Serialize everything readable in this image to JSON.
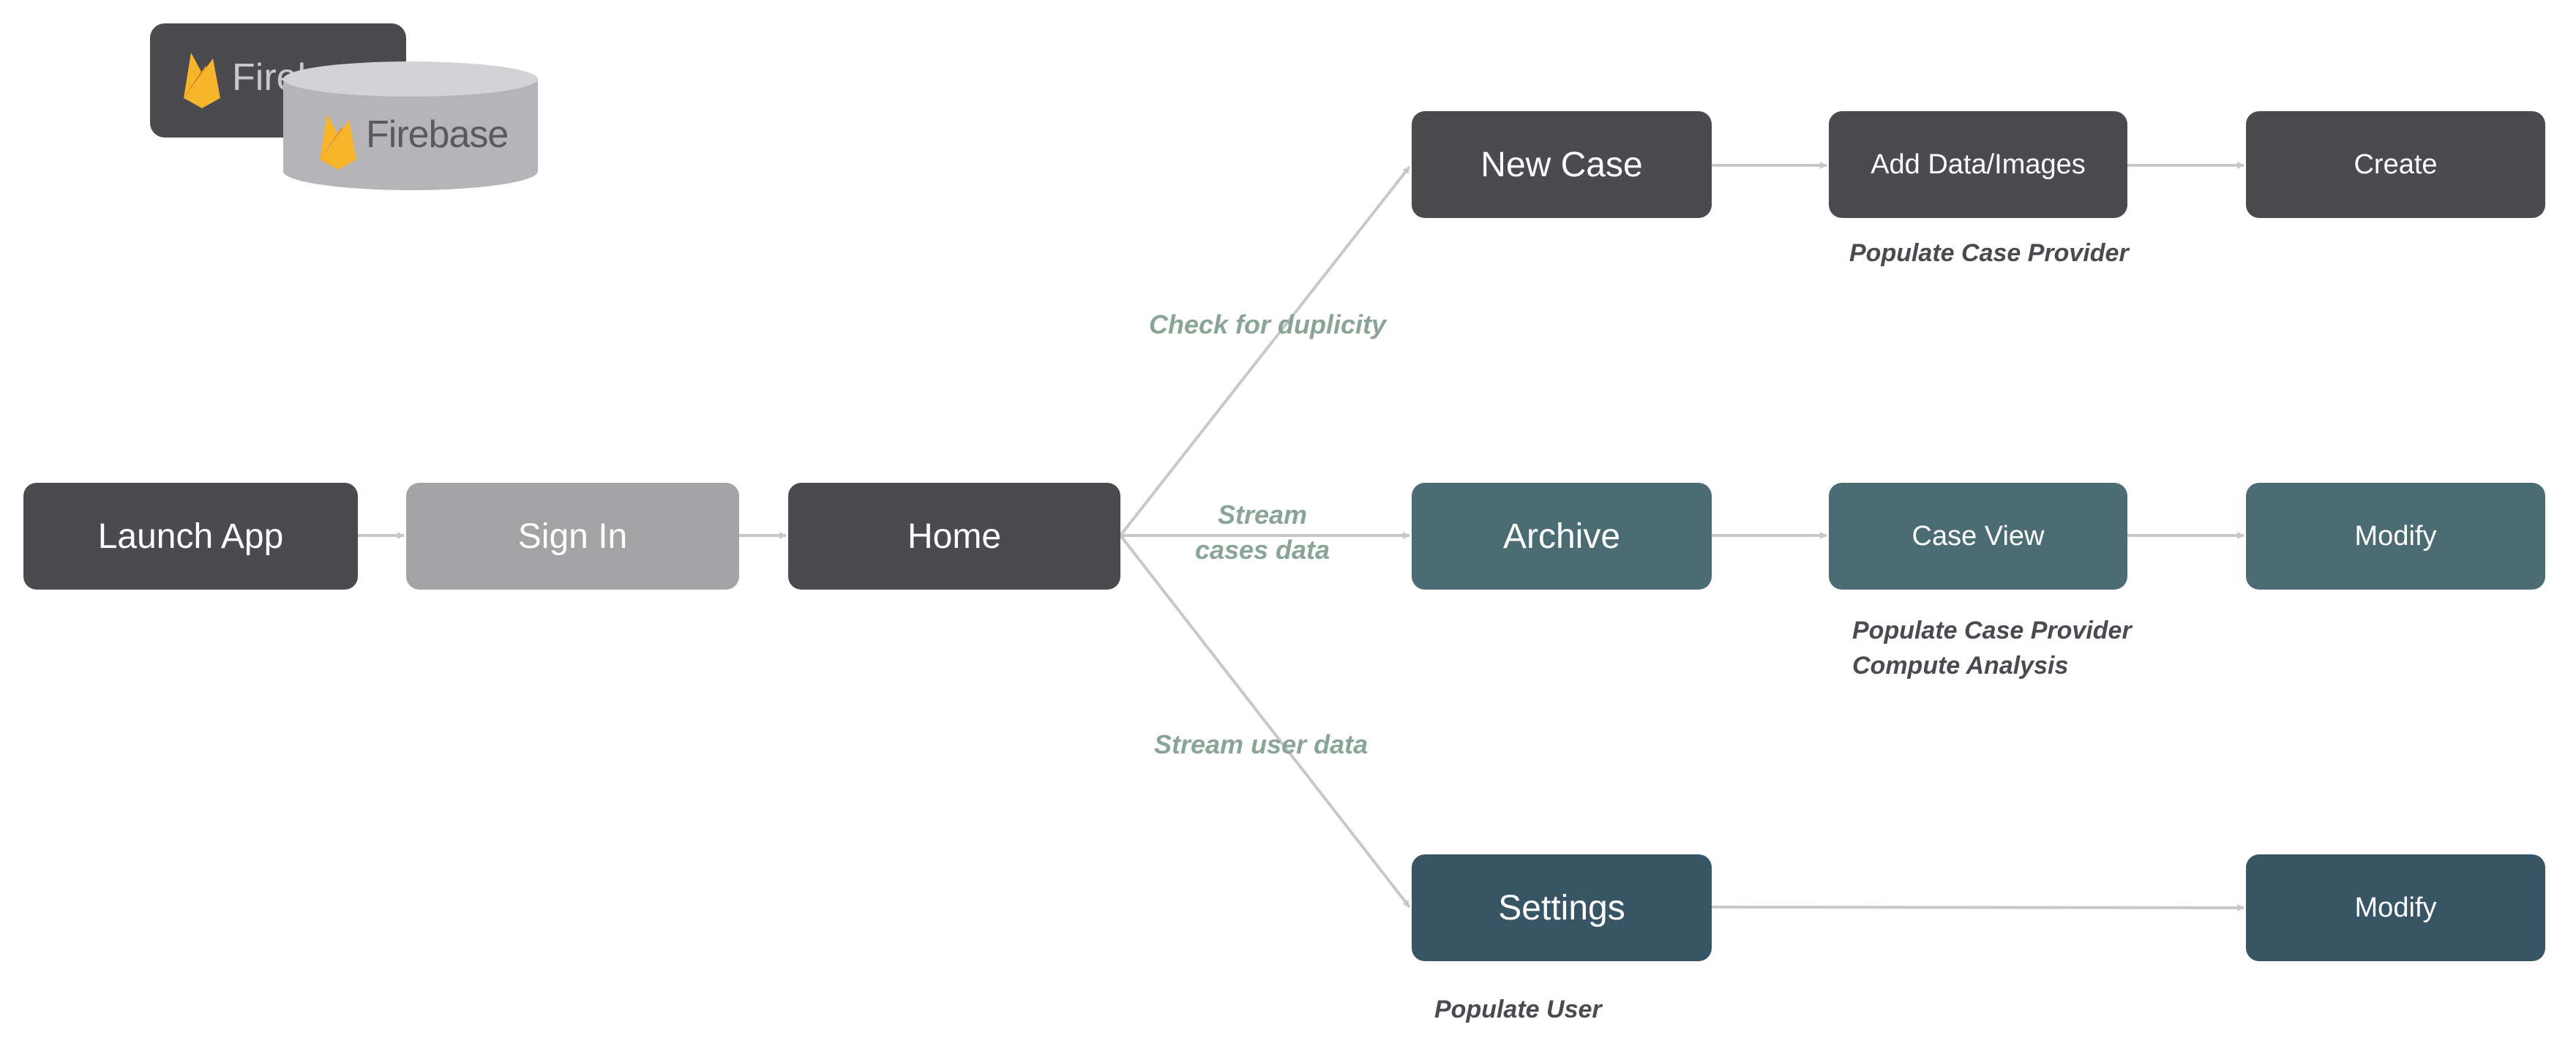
{
  "logo": {
    "back_text": "Fireb",
    "front_text": "Firebase"
  },
  "nodes": {
    "launch_app": "Launch App",
    "sign_in": "Sign In",
    "home": "Home",
    "new_case": "New Case",
    "add_data_images": "Add Data/Images",
    "create": "Create",
    "archive": "Archive",
    "case_view": "Case View",
    "modify_archive": "Modify",
    "settings": "Settings",
    "modify_settings": "Modify"
  },
  "edge_labels": {
    "check_duplicity": "Check for duplicity",
    "stream_cases_line1": "Stream",
    "stream_cases_line2": "cases data",
    "stream_user": "Stream user data"
  },
  "notes": {
    "populate_case_provider_1": "Populate Case Provider",
    "populate_case_provider_2": "Populate Case Provider",
    "compute_analysis": "Compute Analysis",
    "populate_user": "Populate User"
  },
  "colors": {
    "dark": "#4a4a4f",
    "grey": "#a3a3a5",
    "teal": "#4b6c73",
    "navy": "#385566",
    "connector": "#c8c8c8",
    "edge_label": "#8aa597",
    "firebase_yellow": "#f7b52c",
    "firebase_orange": "#f08a1d"
  }
}
